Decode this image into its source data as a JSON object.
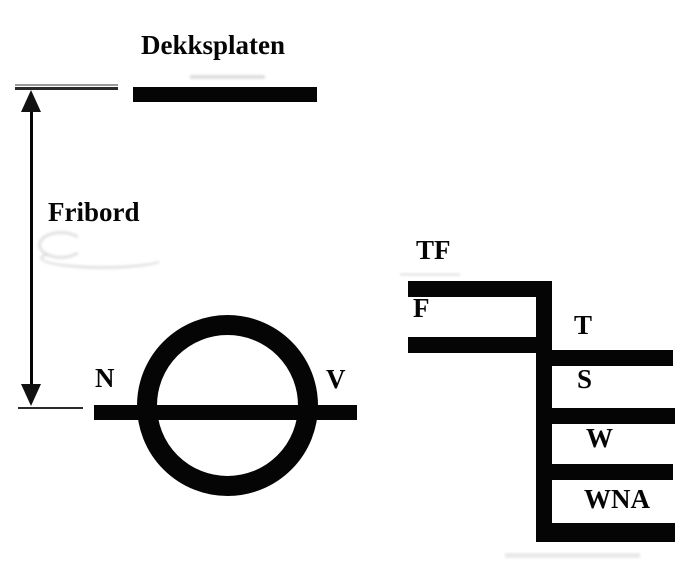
{
  "diagram": {
    "type": "ship-load-line-marking",
    "labels": {
      "deck": "Dekksplaten",
      "freeboard": "Fribord",
      "circle_left": "N",
      "circle_right": "V",
      "lines": {
        "tf": "TF",
        "f": "F",
        "t": "T",
        "s": "S",
        "w": "W",
        "wna": "WNA"
      }
    },
    "colors": {
      "ink": "#050505",
      "background": "#ffffff"
    }
  }
}
